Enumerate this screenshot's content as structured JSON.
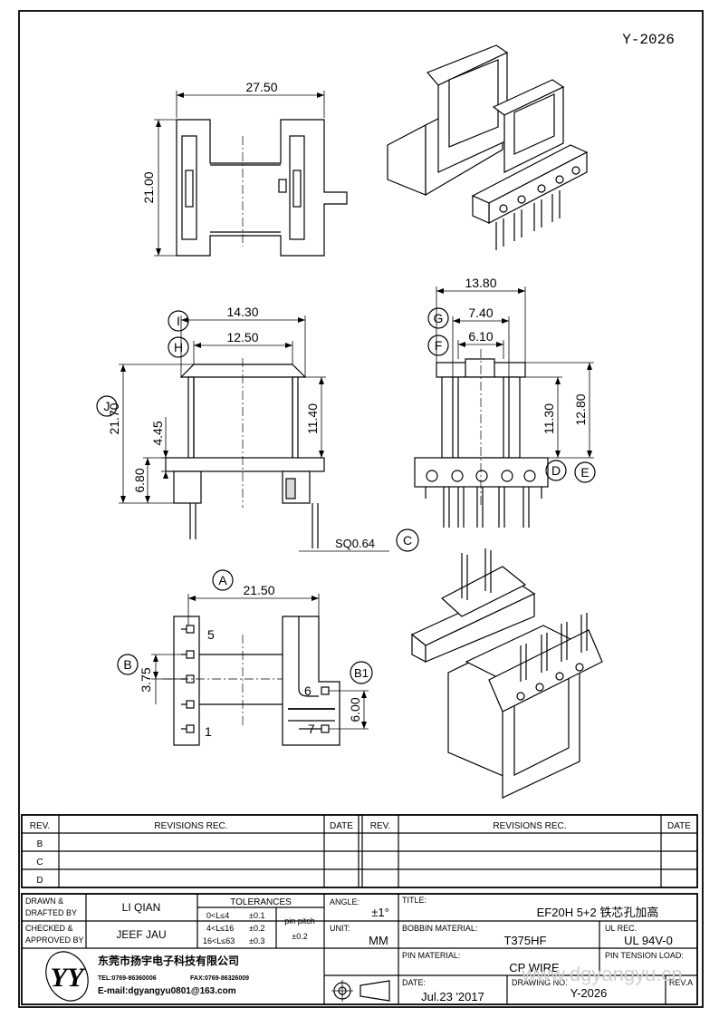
{
  "drawing_id": "Y-2026",
  "views": {
    "top": {
      "width": "27.50",
      "height": "21.00"
    },
    "front": {
      "dim_14_30": "14.30",
      "dim_12_50": "12.50",
      "dim_11_40": "11.40",
      "dim_21_70": "21.70",
      "dim_4_45": "4.45",
      "dim_6_80": "6.80",
      "pin_sq": "SQ0.64",
      "labels": {
        "I": "I",
        "H": "H",
        "J": "J",
        "C": "C"
      }
    },
    "side": {
      "dim_13_80": "13.80",
      "dim_7_40": "7.40",
      "dim_6_10": "6.10",
      "dim_11_30": "11.30",
      "dim_12_80": "12.80",
      "labels": {
        "G": "G",
        "F": "F",
        "D": "D",
        "E": "E"
      }
    },
    "bottom": {
      "dim_21_50": "21.50",
      "dim_3_75": "3.75",
      "dim_6_00": "6.00",
      "labels": {
        "A": "A",
        "B": "B",
        "B1": "B1"
      },
      "pin_numbers": {
        "p5": "5",
        "p1": "1",
        "p6": "6",
        "p7": "7"
      }
    }
  },
  "revisions": {
    "rev_header": "REV.",
    "revisions_header": "REVISIONS   REC.",
    "date_header": "DATE",
    "rows": [
      "B",
      "C",
      "D"
    ]
  },
  "title_block": {
    "drawn_label": "DRAWN &",
    "drafted_label": "DRAFTED BY",
    "drawn_value": "LI QIAN",
    "checked_label": "CHECKED &",
    "approved_label": "APPROVED BY",
    "checked_value": "JEEF JAU",
    "tolerances_label": "TOLERANCES",
    "tol_rows": [
      {
        "range": "0<L≤4",
        "tol": "±0.1"
      },
      {
        "range": "4<L≤16",
        "tol": "±0.2"
      },
      {
        "range": "16<L≤63",
        "tol": "±0.3"
      }
    ],
    "pin_pitch_label": "pin pitch",
    "pin_pitch_value": "±0.2",
    "angle_label": "ANGLE:",
    "angle_value": "±1°",
    "unit_label": "UNIT:",
    "unit_value": "MM",
    "title_label": "TITLE:",
    "title_value": "EF20H 5+2  铁芯孔加高",
    "bobbin_label": "BOBBIN MATERIAL:",
    "bobbin_value": "T375HF",
    "ul_label": "UL REC.",
    "ul_value": "UL 94V-0",
    "pin_material_label": "PIN MATERIAL:",
    "pin_material_value": "CP WIRE",
    "pin_tension_label": "PIN TENSION LOAD:",
    "date_label": "DATE:",
    "date_value": "Jul.23 '2017",
    "drawing_no_label": "DRAWING NO.",
    "drawing_no_value": "Y-2026",
    "rev_a_label": "REV.A",
    "company_name": "东莞市扬宇电子科技有限公司",
    "tel": "TEL:0769-86360006",
    "fax": "FAX:0769-86326009",
    "email": "E-mail:dgyangyu0801@163.com",
    "logo_text": "YY"
  },
  "watermark": "www.dgyangyu.cn"
}
